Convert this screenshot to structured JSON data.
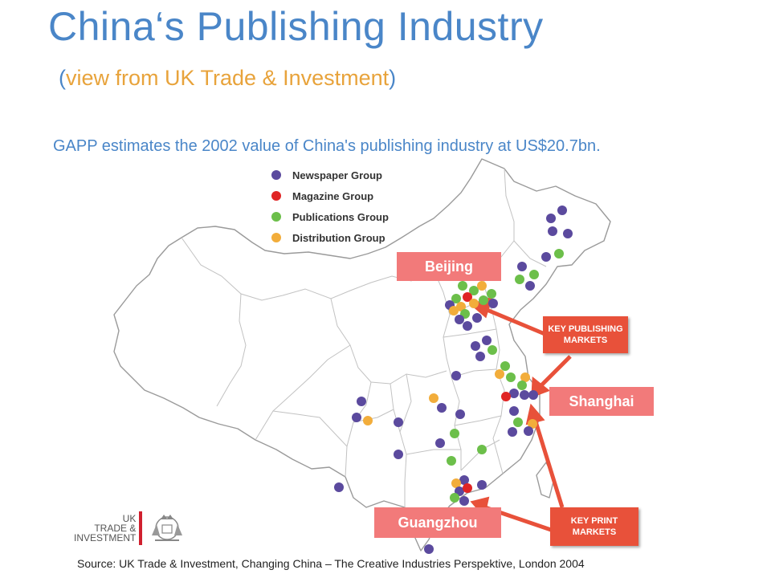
{
  "title": "China‘s Publishing Industry",
  "subtitle": {
    "open": "(",
    "text": "view from UK Trade & Investment",
    "close": ")"
  },
  "stat_text": "GAPP estimates the 2002 value of China's publishing industry at US$20.7bn.",
  "legend": [
    {
      "label": "Newspaper Group",
      "color": "#5b4a9e"
    },
    {
      "label": "Magazine Group",
      "color": "#e02525"
    },
    {
      "label": "Publications Group",
      "color": "#6cbf4a"
    },
    {
      "label": "Distribution Group",
      "color": "#f2ad3b"
    }
  ],
  "cities": {
    "beijing": "Beijing",
    "shanghai": "Shanghai",
    "guangzhou": "Guangzhou"
  },
  "markets": {
    "publishing": [
      "KEY PUBLISHING",
      "MARKETS"
    ],
    "print": [
      "KEY PRINT",
      "MARKETS"
    ]
  },
  "logo": {
    "line1": "UK",
    "line2": "TRADE &",
    "line3": "INVESTMENT"
  },
  "source": "Source: UK Trade & Investment, Changing China – The Creative Industries Perspektive, London 2004",
  "colors": {
    "title": "#4a86c8",
    "subtitle": "#e8a33b",
    "city_label": "#f27a7a",
    "market_box": "#e8513a",
    "arrow": "#e8513a"
  }
}
